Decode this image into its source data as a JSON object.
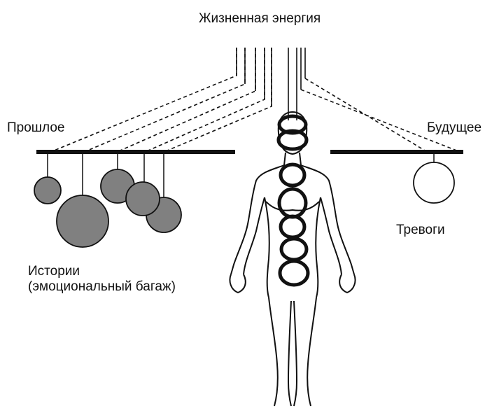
{
  "labels": {
    "life_energy": "Жизненная энергия",
    "past": "Прошлое",
    "future": "Будущее",
    "anxieties": "Тревоги",
    "stories_line1": "Истории",
    "stories_line2": "(эмоциональный багаж)"
  },
  "colors": {
    "ink": "#111111",
    "ball_fill": "#808080",
    "background": "#ffffff"
  }
}
